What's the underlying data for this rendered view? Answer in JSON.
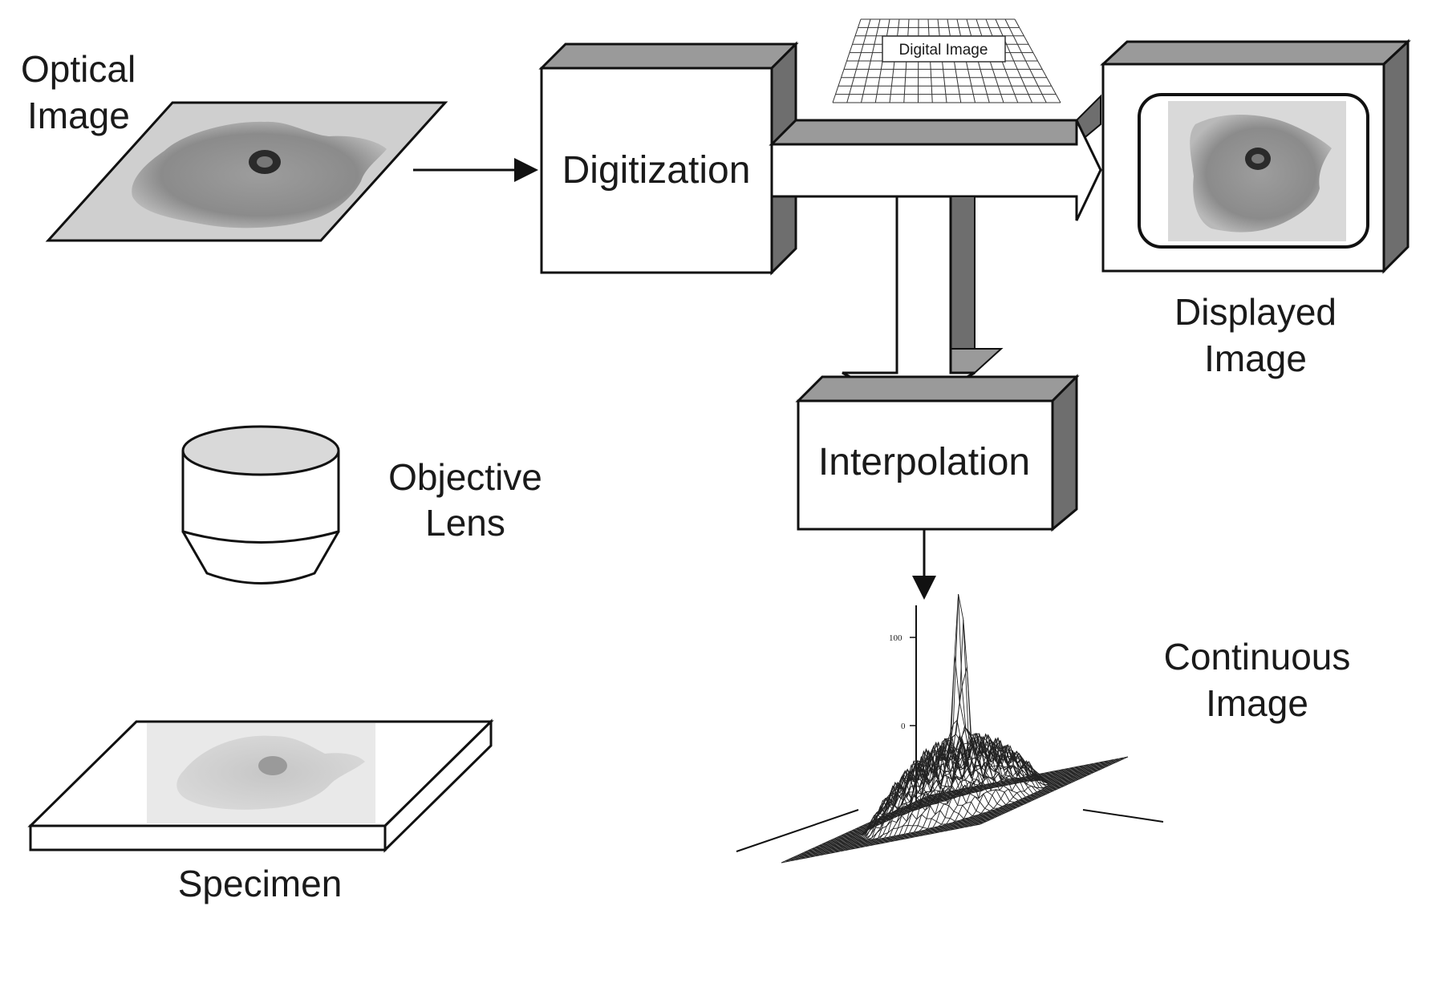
{
  "labels": {
    "optical_image": [
      "Optical",
      "Image"
    ],
    "digitization": "Digitization",
    "digital_image": "Digital Image",
    "displayed_image": [
      "Displayed",
      "Image"
    ],
    "interpolation": "Interpolation",
    "objective_lens": [
      "Objective",
      "Lens"
    ],
    "continuous_image": [
      "Continuous",
      "Image"
    ],
    "specimen": "Specimen",
    "axis_top": "100",
    "axis_bottom": "0"
  },
  "colors": {
    "stroke": "#111111",
    "shade_dark": "#6e6e6e",
    "shade_mid": "#9a9a9a",
    "cell_fill": "#8a8a8a",
    "slide_bg": "#d6d6d6"
  }
}
